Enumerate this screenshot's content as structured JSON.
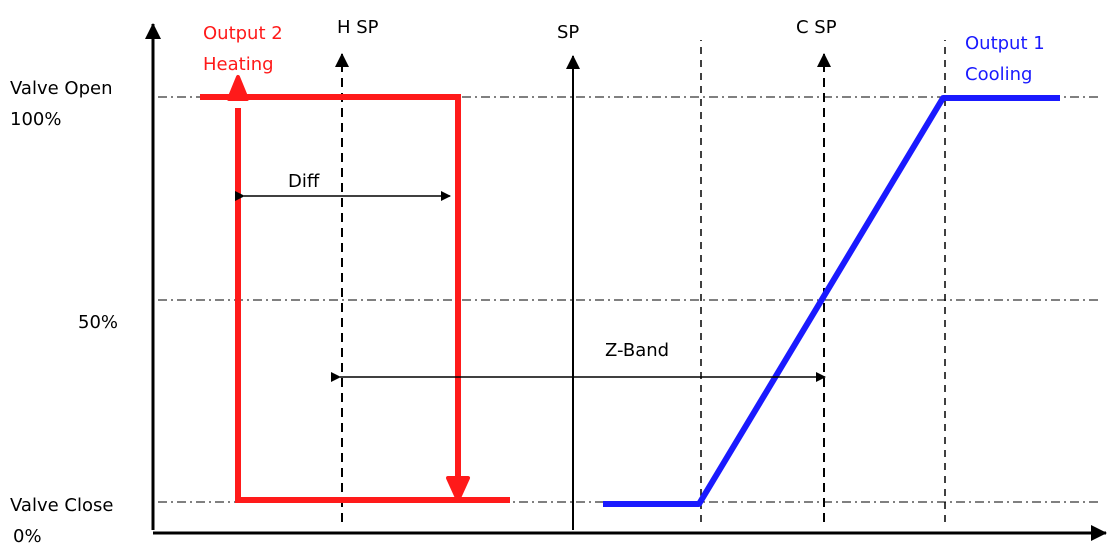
{
  "labels": {
    "output2_line1": "Output 2",
    "output2_line2": "Heating",
    "output1_line1": "Output 1",
    "output1_line2": "Cooling",
    "hsp": "H SP",
    "sp": "SP",
    "csp": "C SP",
    "valve_open_line1": "Valve Open",
    "valve_open_line2": "100%",
    "fifty": "50%",
    "valve_close_line1": "Valve Close",
    "valve_close_line2": "0%",
    "diff": "Diff",
    "zband": "Z-Band"
  },
  "colors": {
    "heating": "#ff1a1a",
    "cooling": "#1a1aff",
    "axis": "#000000"
  }
}
